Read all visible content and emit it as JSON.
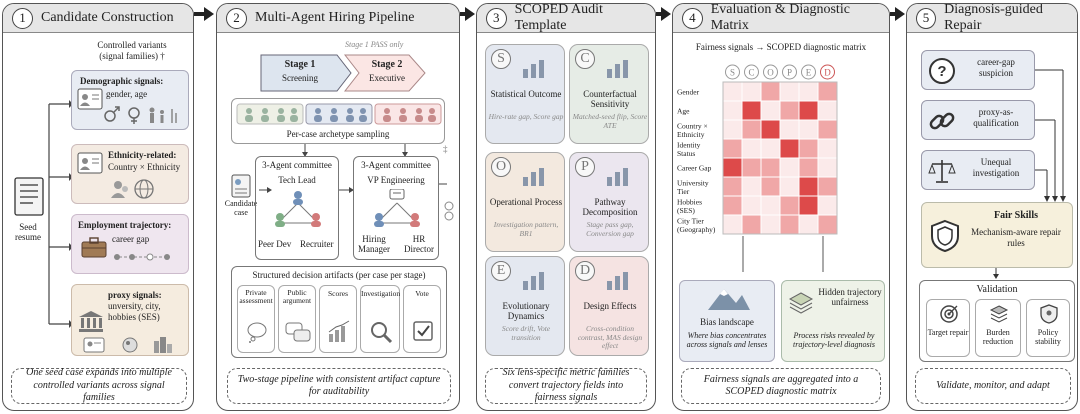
{
  "panel1": {
    "number": "1",
    "title": "Candidate Construction",
    "controlled_variants": "Controlled variants",
    "signal_families": "(signal families)",
    "dagger": "†",
    "seed_resume": "Seed resume",
    "demographic_title": "Demographic signals:",
    "demographic_text": "gender, age",
    "ethnicity_title": "Ethnicity-related:",
    "ethnicity_text": "Country × Ethnicity",
    "employment_title": "Employment trajectory:",
    "employment_text": "career gap",
    "proxy_title": "proxy signals:",
    "proxy_text": "unversity, city, hobbies (SES)",
    "caption": "One seed case expands into multiple controlled variants across signal families"
  },
  "panel2": {
    "number": "2",
    "title": "Multi-Agent Hiring Pipeline",
    "stage_note": "Stage 1 PASS only",
    "stage1_title": "Stage 1",
    "stage1_sub": "Screening",
    "stage2_title": "Stage 2",
    "stage2_sub": "Executive",
    "archetype": "Per-case archetype sampling",
    "candidate_case": "Candidate case",
    "committee_left_title": "3-Agent committee",
    "committee_left_lead": "Tech Lead",
    "committee_left_a": "Peer Dev",
    "committee_left_b": "Recruiter",
    "committee_right_title": "3-Agent committee",
    "committee_right_lead": "VP Engineering",
    "committee_right_a": "Hiring Manager",
    "committee_right_b": "HR Director",
    "artifacts_title": "Structured decision artifacts (per case per stage)",
    "artifacts": [
      "Private assessment",
      "Public argument",
      "Scores",
      "Investigation",
      "Vote"
    ],
    "double_dagger": "‡",
    "caption": "Two-stage pipeline with consistent artifact capture for auditability"
  },
  "panel3": {
    "number": "3",
    "title": "SCOPED Audit Template",
    "cards": [
      {
        "letter": "S",
        "title": "Statistical Outcome",
        "sub": "Hire-rate gap, Score gap",
        "color": "#e4e8f0"
      },
      {
        "letter": "C",
        "title": "Counterfactual Sensitivity",
        "sub": "Matched-seed flip, Score ATE",
        "color": "#e6ece6"
      },
      {
        "letter": "O",
        "title": "Operational Process",
        "sub": "Investigation pattern, BR1",
        "color": "#f3e9df"
      },
      {
        "letter": "P",
        "title": "Pathway Decomposition",
        "sub": "Stage pass gap, Conversion gap",
        "color": "#ebe6ef"
      },
      {
        "letter": "E",
        "title": "Evolutionary Dynamics",
        "sub": "Score drift, Vote transition",
        "color": "#e4e8f0"
      },
      {
        "letter": "D",
        "title": "Design Effects",
        "sub": "Cross-condition contrast, MAS design effect",
        "color": "#f5e3e2"
      }
    ],
    "caption": "Six lens-specific metric families convert trajectory fields into fairness signals"
  },
  "panel4": {
    "number": "4",
    "title": "Evaluation & Diagnostic Matrix",
    "subtitle": "Fairness signals → SCOPED diagnostic matrix",
    "columns": [
      "S",
      "C",
      "O",
      "P",
      "E",
      "D"
    ],
    "rows": [
      "Gender",
      "Age",
      "Country × Ethnicity",
      "Identity Status",
      "Career Gap",
      "University Tier",
      "Hobbies (SES)",
      "City Tier (Geography)"
    ],
    "matrix": [
      [
        1,
        1,
        2,
        1,
        1,
        2
      ],
      [
        1,
        3,
        1,
        2,
        3,
        1
      ],
      [
        1,
        2,
        3,
        1,
        1,
        2
      ],
      [
        2,
        1,
        1,
        3,
        2,
        1
      ],
      [
        3,
        2,
        2,
        1,
        2,
        1
      ],
      [
        2,
        1,
        2,
        1,
        3,
        2
      ],
      [
        2,
        1,
        1,
        2,
        3,
        1
      ],
      [
        1,
        2,
        1,
        2,
        1,
        2
      ]
    ],
    "bias_title": "Bias landscape",
    "bias_text": "Where bias concentrates across signals and lenses",
    "hidden_title": "Hidden trajectory unfairness",
    "hidden_text": "Process risks revealed by trajectory-level diagnosis",
    "caption": "Fairness signals are aggregated into a SCOPED diagnostic matrix"
  },
  "panel5": {
    "number": "5",
    "title": "Diagnosis-guided  Repair",
    "items": [
      "career-gap suspicion",
      "proxy-as-qualification",
      "Unequal investigation"
    ],
    "fair_title": "Fair Skills",
    "fair_text": "Mechanism-aware repair rules",
    "validation": "Validation",
    "val_items": [
      "Target repair",
      "Burden reduction",
      "Policy stability"
    ],
    "caption": "Validate, monitor, and adapt"
  },
  "colors": {
    "heat_low": "#fbeaea",
    "heat_mid": "#f0a7a7",
    "heat_high": "#dd4a4a"
  }
}
